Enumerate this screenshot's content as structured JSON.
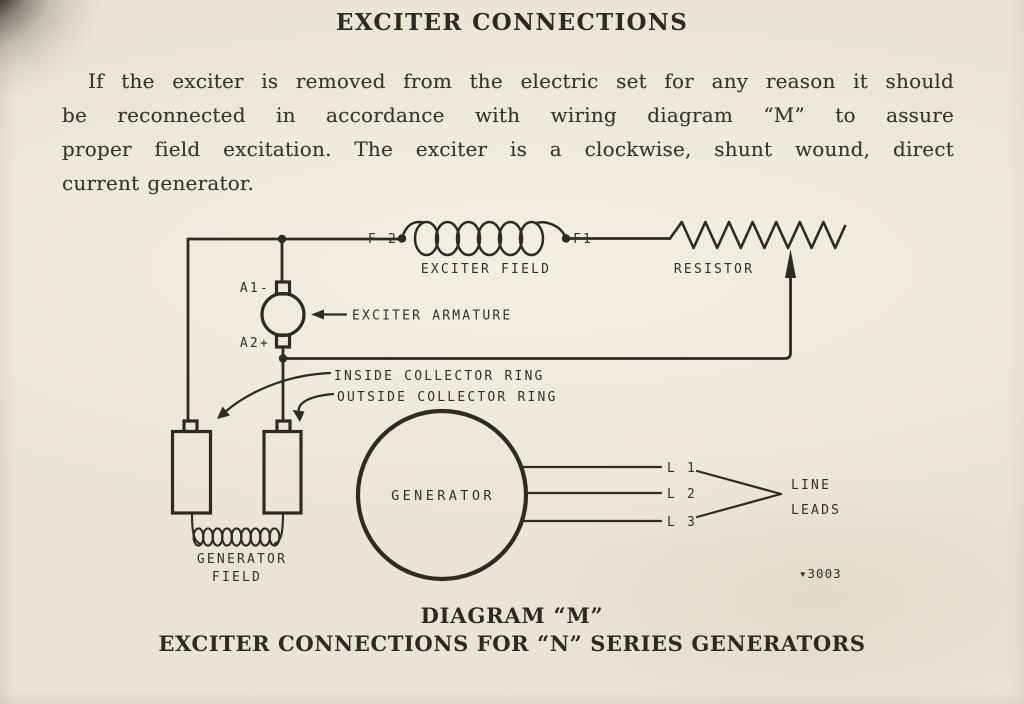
{
  "page": {
    "title": "EXCITER CONNECTIONS",
    "paragraph_lines": [
      "If the exciter is removed from the electric set for any reason it should",
      "be reconnected in accordance with wiring diagram “M” to assure",
      "proper field excitation. The exciter is a clockwise, shunt wound, direct",
      "current generator."
    ],
    "caption": {
      "line1": "DIAGRAM “M”",
      "line2": "EXCITER CONNECTIONS FOR “N” SERIES GENERATORS"
    }
  },
  "diagram": {
    "figure_number": "▾3003",
    "terminals": {
      "f2": "F 2",
      "f1": "F1",
      "a1": "A1-",
      "a2": "A2+",
      "l1": "L 1",
      "l2": "L 2",
      "l3": "L 3"
    },
    "components": {
      "exciter_field": "EXCITER FIELD",
      "resistor": "RESISTOR",
      "exciter_armature": "EXCITER ARMATURE",
      "inside_collector_ring": "INSIDE COLLECTOR RING",
      "outside_collector_ring": "OUTSIDE COLLECTOR RING",
      "generator": "GENERATOR",
      "generator_field_line1": "GENERATOR",
      "generator_field_line2": "FIELD",
      "line_leads_line1": "LINE",
      "line_leads_line2": "LEADS"
    },
    "colors": {
      "ink": "#2e2b25",
      "paper": "#e9e4d5"
    }
  }
}
